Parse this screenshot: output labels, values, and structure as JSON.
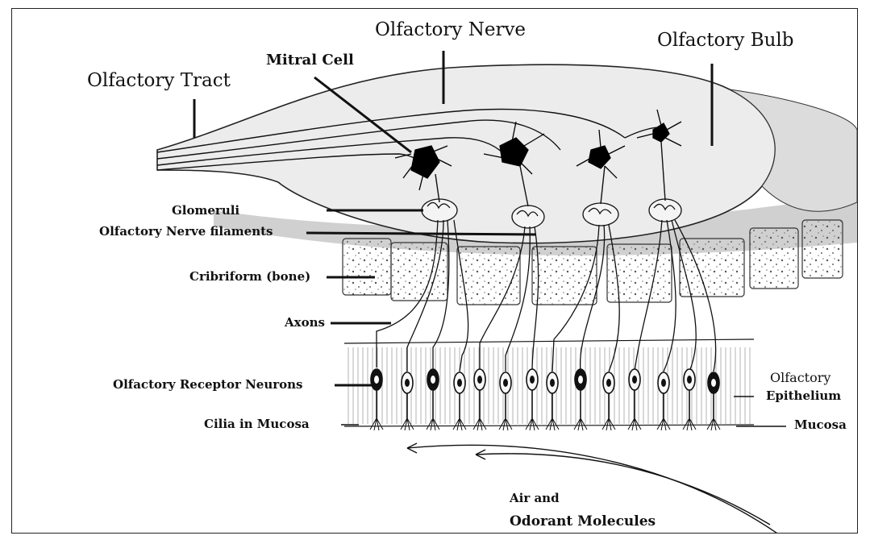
{
  "labels": {
    "olfactory_tract": "Olfactory Tract",
    "mitral_cell": "Mitral Cell",
    "olfactory_nerve": "Olfactory Nerve",
    "olfactory_bulb": "Olfactory Bulb",
    "glomeruli": "Glomeruli",
    "nerve_filaments": "Olfactory Nerve filaments",
    "cribriform": "Cribriform (bone)",
    "axons": "Axons",
    "receptor_neurons": "Olfactory Receptor Neurons",
    "cilia": "Cilia in Mucosa",
    "epithelium_line1": "Olfactory",
    "epithelium_line2": "Epithelium",
    "mucosa": "Mucosa",
    "air_line1": "Air and",
    "air_line2": "Odorant Molecules"
  },
  "colors": {
    "line": "#111111",
    "bulb_fill": "#e9e9e9",
    "bone_fill": "#f2f2f2",
    "epithelium_fill": "#d8d8d8"
  }
}
